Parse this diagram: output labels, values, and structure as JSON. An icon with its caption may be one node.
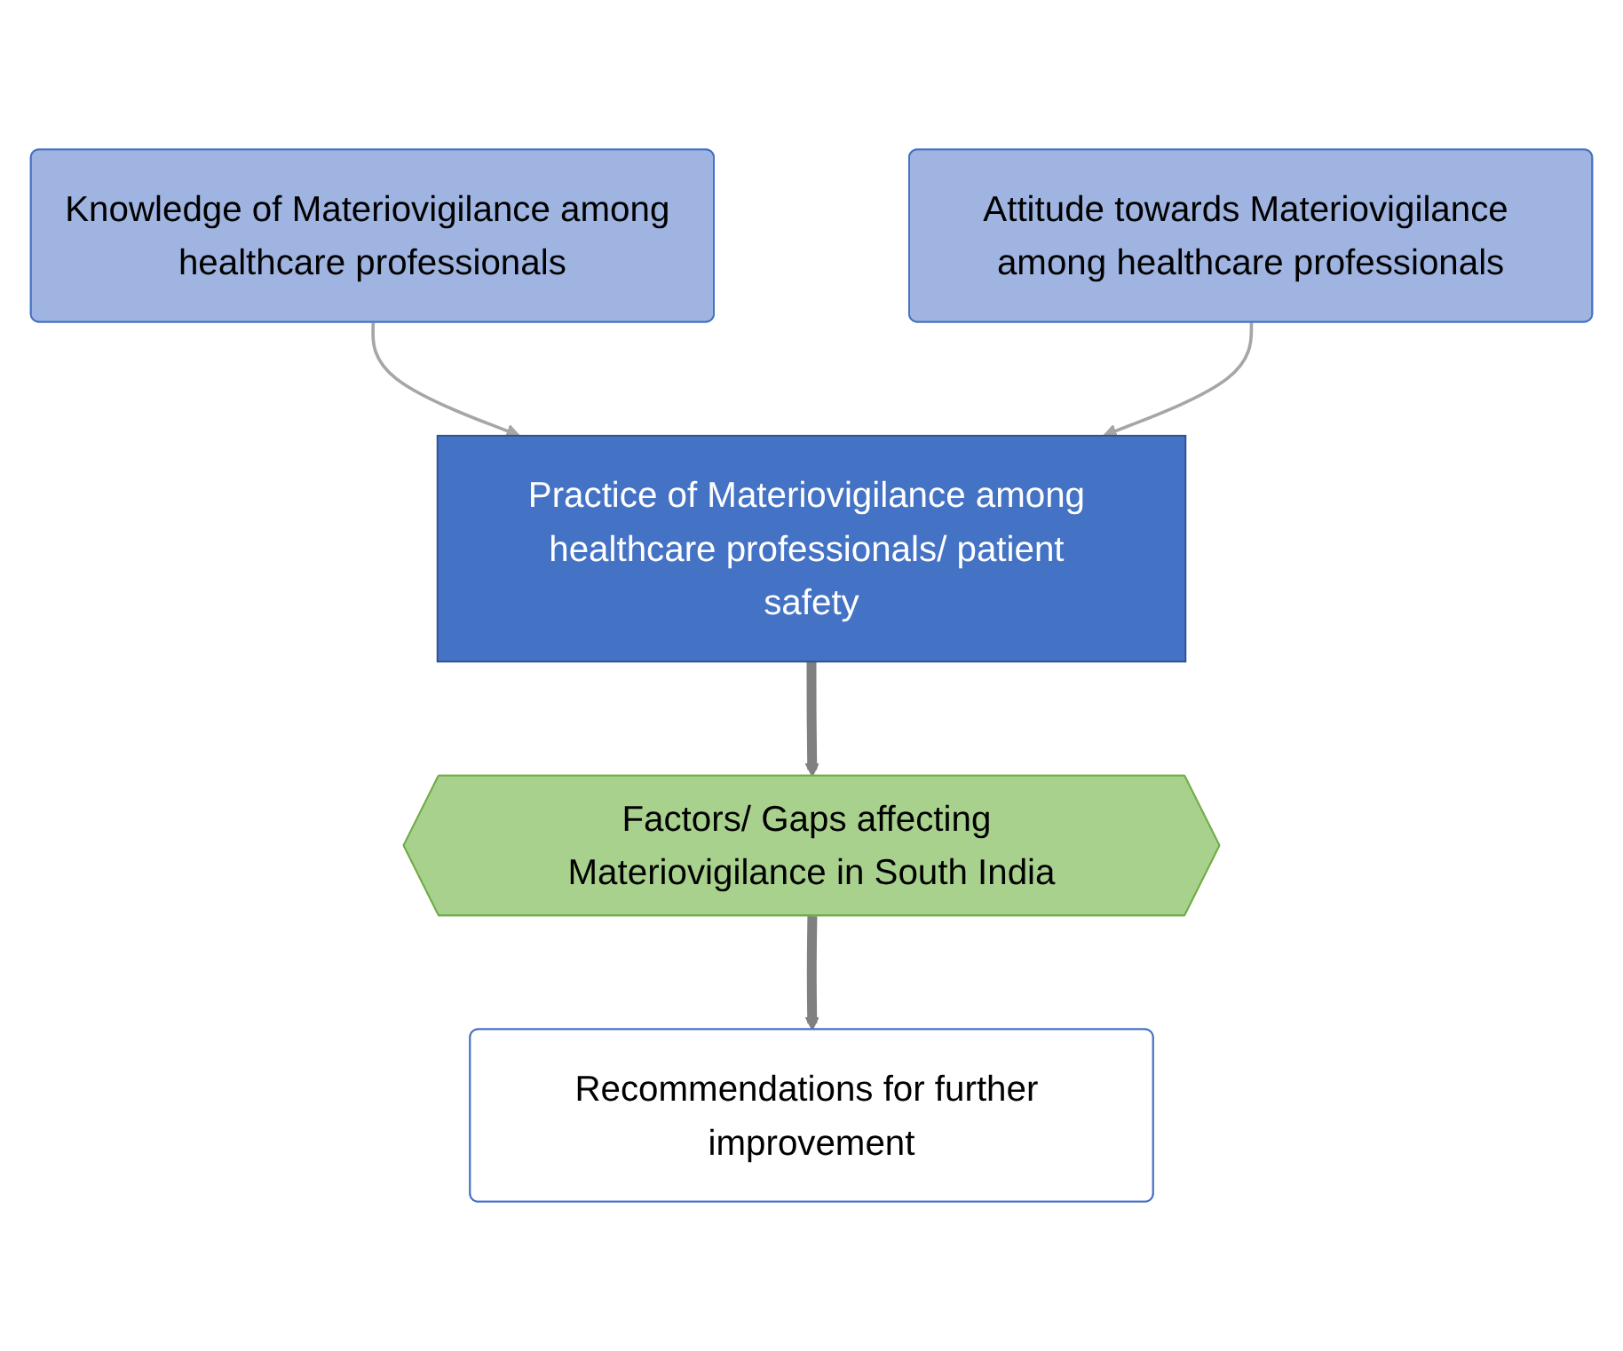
{
  "diagram": {
    "nodes": [
      {
        "text": [
          "Knowledge of Materiovigilance among healthcare professionals"
        ]
      },
      {
        "text": [
          "Attitude towards Materiovigilance among healthcare professionals"
        ]
      },
      {
        "text": [
          "Practice of Materiovigilance among healthcare professionals/ patient safety"
        ]
      },
      {
        "text": [
          "Factors/ Gaps affecting Materiovigilance in South India"
        ]
      },
      {
        "text": [
          "Recommendations for further improvement"
        ]
      }
    ],
    "edges": [
      {
        "from": 0,
        "to": 2,
        "arrow": "to"
      },
      {
        "from": 1,
        "to": 2,
        "arrow": "to"
      },
      {
        "from": 2,
        "to": 3,
        "arrow": "to",
        "style": "thick"
      },
      {
        "from": 3,
        "to": 4,
        "arrow": "to",
        "style": "thick"
      }
    ]
  }
}
